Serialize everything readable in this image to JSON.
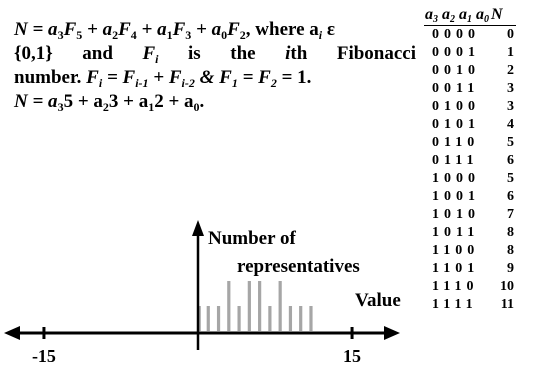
{
  "description": {
    "line1_lead": "N = a",
    "line1_parts": [
      "3",
      "F",
      "5",
      " + a",
      "2",
      "F",
      "4",
      " + a",
      "1",
      "F",
      "3",
      " + a",
      "0",
      "F",
      "2"
    ],
    "where_text": ", where a",
    "where_sub": "i",
    "epsilon": " ε",
    "line2_set": "{0,1} and ",
    "line2_F": "F",
    "line2_Fsub": "i",
    "line2_is": " is the ",
    "line2_ith": "i",
    "line2_rest": "th Fibonacci",
    "line3_a": "number. ",
    "line3_F": "F",
    "line3_Fsub": "i",
    "line3_eq": " = F",
    "line3_sub1": "i-1",
    "line3_plus": " + F",
    "line3_sub2": "i-2",
    "line3_amp": " & F",
    "line3_sub3": "1",
    "line3_eq2": " = F",
    "line3_sub4": "2",
    "line3_end": " = 1.",
    "line4_a": "N = a",
    "line4_s3": "3",
    "line4_b": "5 + a",
    "line4_s2": "2",
    "line4_c": "3 + a",
    "line4_s1": "1",
    "line4_d": "2 + a",
    "line4_s0": "0",
    "line4_e": "."
  },
  "table": {
    "header": {
      "a3": "a",
      "a3_sub": "3",
      "a2": "a",
      "a2_sub": "2",
      "a1": "a",
      "a1_sub": "1",
      "a0": "a",
      "a0_sub": "0",
      "n": "N"
    },
    "rows": [
      {
        "bits": "0000",
        "n": "0"
      },
      {
        "bits": "0001",
        "n": "1"
      },
      {
        "bits": "0010",
        "n": "2"
      },
      {
        "bits": "0011",
        "n": "3"
      },
      {
        "bits": "0100",
        "n": "3"
      },
      {
        "bits": "0101",
        "n": "4"
      },
      {
        "bits": "0110",
        "n": "5"
      },
      {
        "bits": "0111",
        "n": "6"
      },
      {
        "bits": "1000",
        "n": "5"
      },
      {
        "bits": "1001",
        "n": "6"
      },
      {
        "bits": "1010",
        "n": "7"
      },
      {
        "bits": "1011",
        "n": "8"
      },
      {
        "bits": "1100",
        "n": "8"
      },
      {
        "bits": "1101",
        "n": "9"
      },
      {
        "bits": "1110",
        "n": "10"
      },
      {
        "bits": "1111",
        "n": "11"
      }
    ]
  },
  "histogram": {
    "ylabel_line1": "Number of",
    "ylabel_line2": "representatives",
    "xlabel": "Value",
    "tick_left": "-15",
    "tick_right": "15",
    "x_range": [
      -15,
      15
    ],
    "values": [
      0,
      1,
      2,
      3,
      4,
      5,
      6,
      7,
      8,
      9,
      10,
      11
    ],
    "counts": [
      1,
      1,
      1,
      2,
      1,
      2,
      2,
      1,
      2,
      1,
      1,
      1
    ],
    "bar_color": "#a6a6a6"
  }
}
